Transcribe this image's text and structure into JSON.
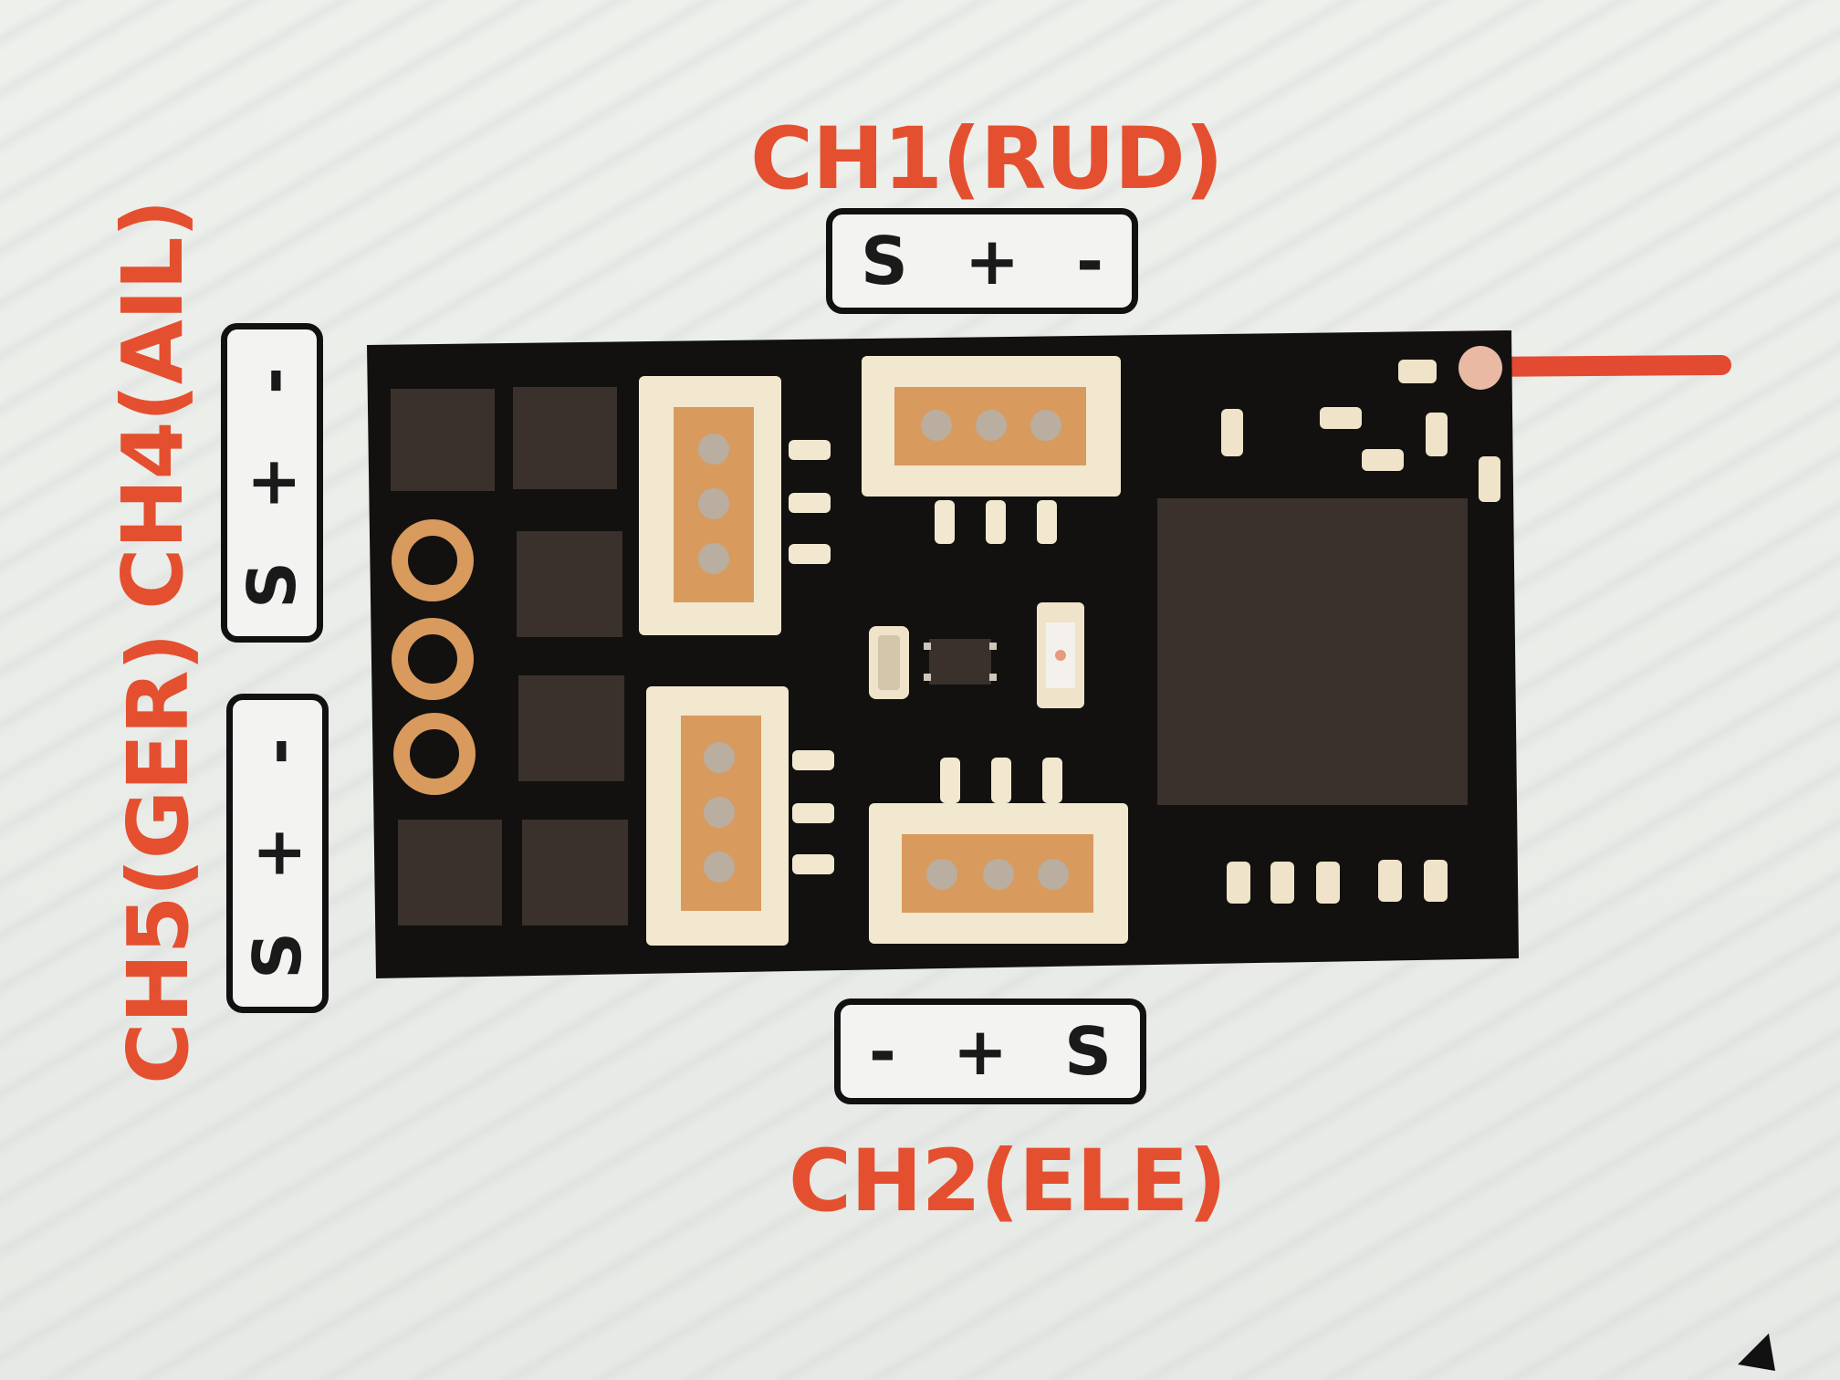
{
  "labels": {
    "ch1": "CH1(RUD)",
    "ch2": "CH2(ELE)",
    "ch4": "CH4(AIL)",
    "ch5": "CH5(GER)"
  },
  "pins": {
    "ch1": [
      "S",
      "+",
      "-"
    ],
    "ch2": [
      "-",
      "+",
      "S"
    ],
    "ch4": [
      "S",
      "+",
      "-"
    ],
    "ch5": [
      "S",
      "+",
      "-"
    ]
  },
  "colors": {
    "label": "#e4502f",
    "pcb": "#121110",
    "pad": "#d99a5e",
    "connector": "#f1e8cf",
    "antenna": "#e24a32",
    "ic": "#3a312c"
  },
  "icons": {
    "cursor": "mouse-pointer-icon",
    "antenna": "antenna-wire"
  }
}
